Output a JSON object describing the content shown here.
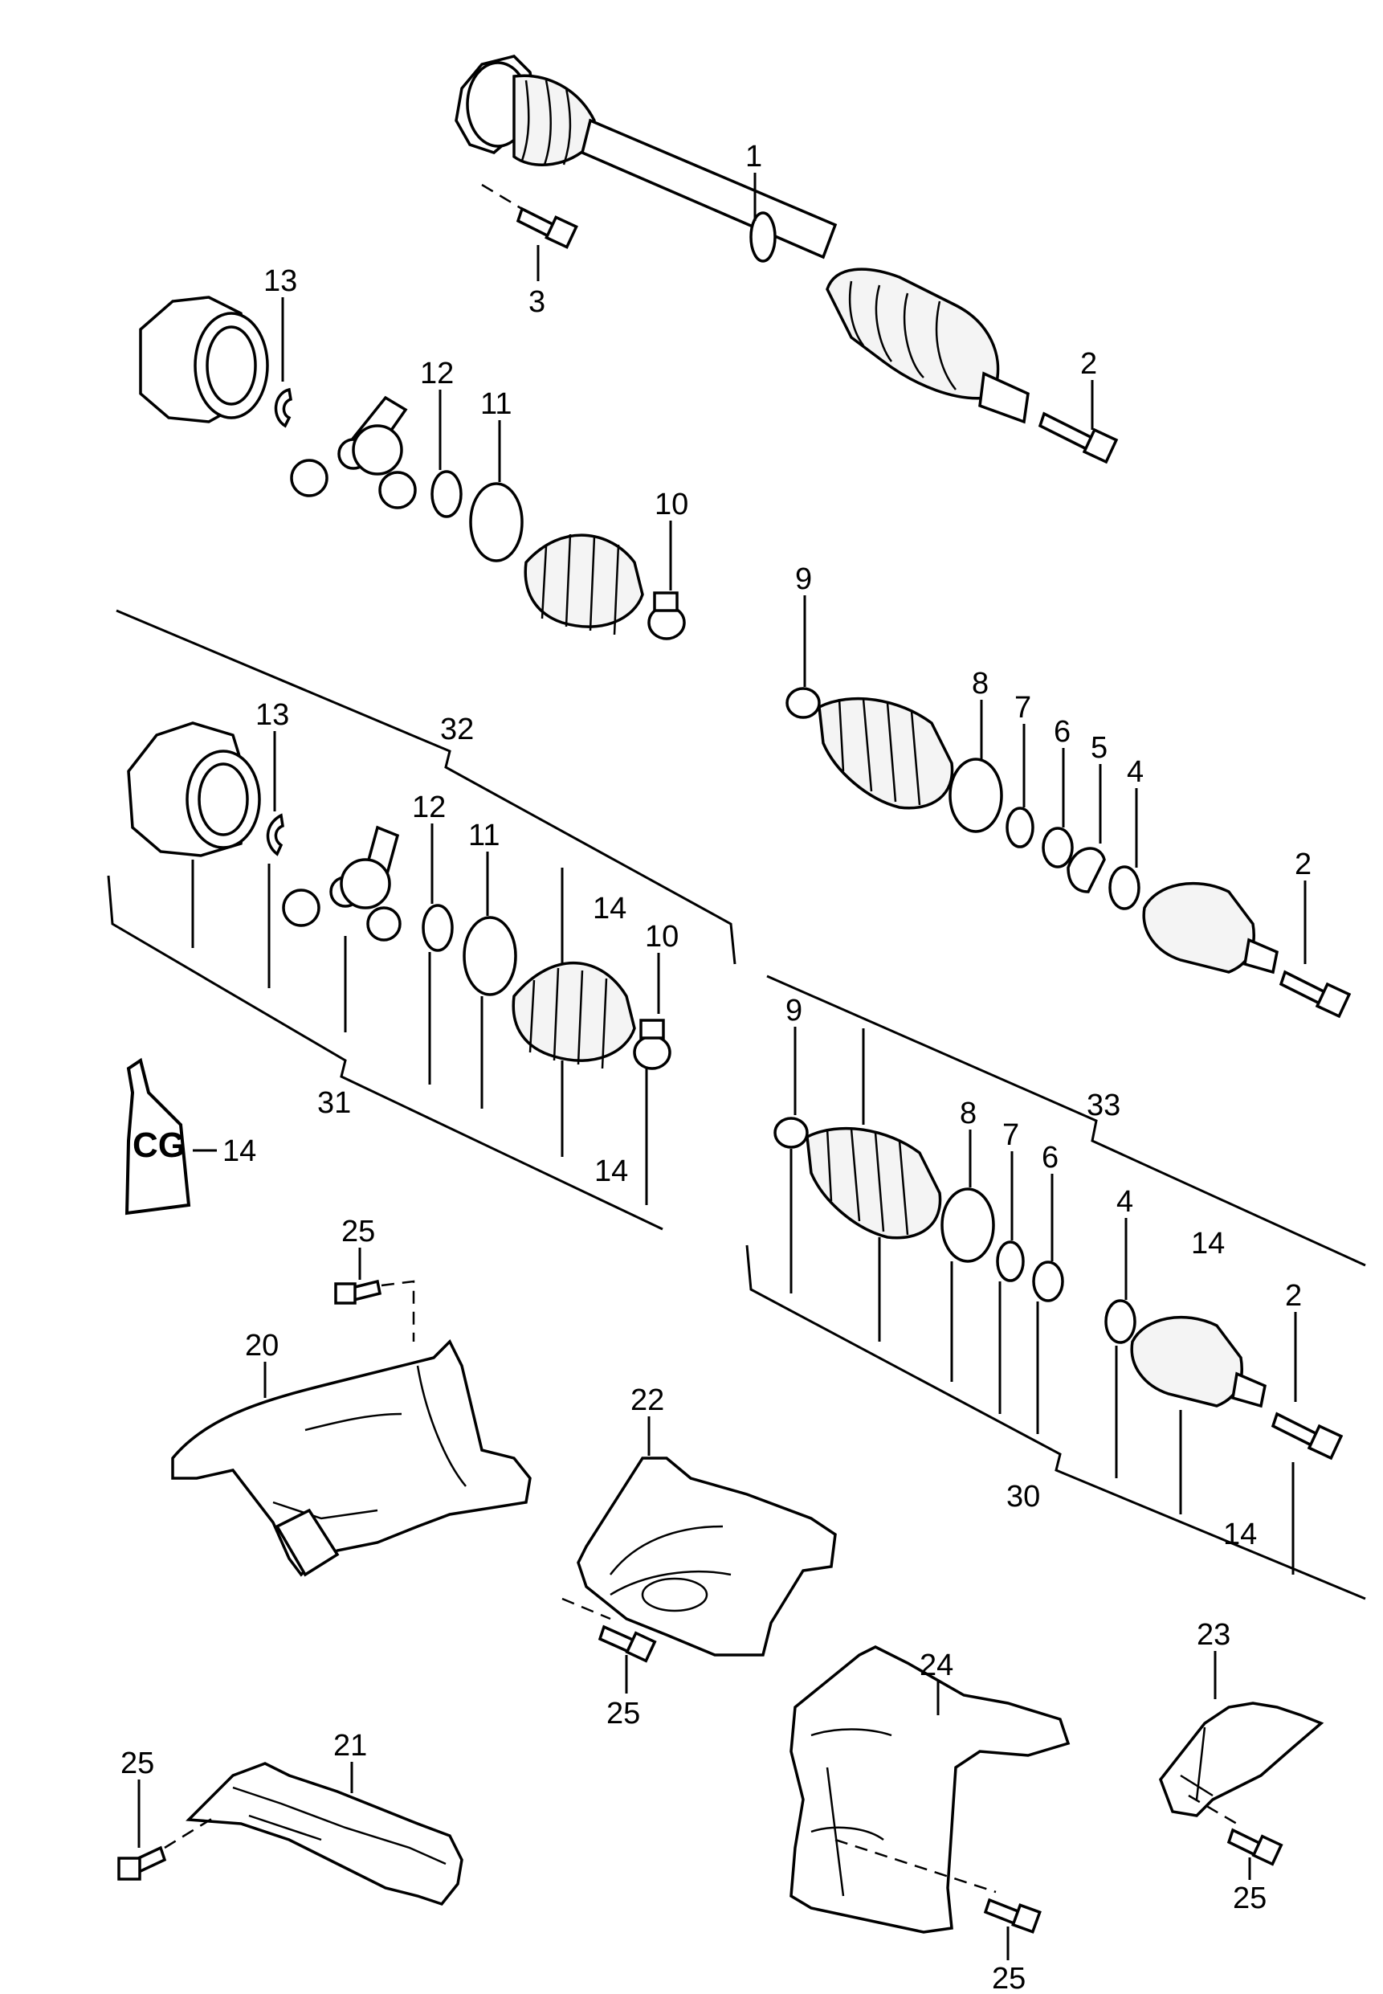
{
  "labels": {
    "l1": "1",
    "l2a": "2",
    "l2b": "2",
    "l2c": "2",
    "l3": "3",
    "l4a": "4",
    "l4b": "4",
    "l5": "5",
    "l6a": "6",
    "l6b": "6",
    "l7a": "7",
    "l7b": "7",
    "l8a": "8",
    "l8b": "8",
    "l9a": "9",
    "l9b": "9",
    "l10a": "10",
    "l10b": "10",
    "l11a": "11",
    "l11b": "11",
    "l12a": "12",
    "l12b": "12",
    "l13a": "13",
    "l13b": "13",
    "l14a": "14",
    "l14b": "14",
    "l14c": "14",
    "l14d": "14",
    "l14e": "14",
    "l20": "20",
    "l21": "21",
    "l22": "22",
    "l23": "23",
    "l24": "24",
    "l25a": "25",
    "l25b": "25",
    "l25c": "25",
    "l25d": "25",
    "l25e": "25",
    "l30": "30",
    "l31": "31",
    "l32": "32",
    "l33": "33"
  },
  "grease_tube_text": "CG"
}
